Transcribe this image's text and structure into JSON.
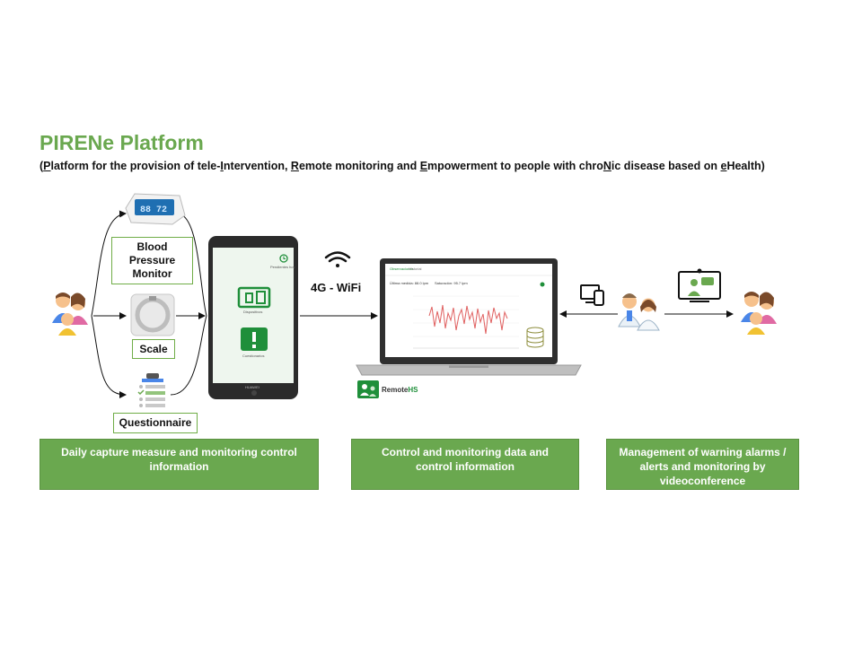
{
  "title": "PIRENe Platform",
  "subtitle": {
    "segments": [
      {
        "t": "(",
        "u": false
      },
      {
        "t": "P",
        "u": true
      },
      {
        "t": "latform for the provision of tele-",
        "u": false
      },
      {
        "t": "I",
        "u": true
      },
      {
        "t": "ntervention, ",
        "u": false
      },
      {
        "t": "R",
        "u": true
      },
      {
        "t": "emote monitoring and ",
        "u": false
      },
      {
        "t": "E",
        "u": true
      },
      {
        "t": "mpowerment to people with chro",
        "u": false
      },
      {
        "t": "N",
        "u": true
      },
      {
        "t": "ic disease based on ",
        "u": false
      },
      {
        "t": "e",
        "u": true
      },
      {
        "t": "Health)",
        "u": false
      }
    ]
  },
  "devices": {
    "blood_pressure": "Blood\nPressure\nMonitor",
    "scale": "Scale",
    "questionnaire": "Questionnaire"
  },
  "phone": {
    "app_label_1": "Dispositivos",
    "app_label_2": "Cuestionarios",
    "top_right": "Pendientes hoy",
    "brand": "HUAWEI"
  },
  "connection_label": "4G - WiFi",
  "laptop": {
    "tab_1": "Observaciones",
    "tab_2": "Historial",
    "reading_1": "Última medida: 88.0 lpm",
    "reading_2": "Saturación: 95.7 lpm",
    "brand_prefix": "Remote",
    "brand_suffix": "HS"
  },
  "footer_boxes": [
    "Daily capture measure and monitoring control information",
    "Control and monitoring data and control information",
    "Management of warning alarms / alerts and monitoring by videoconference"
  ],
  "colors": {
    "accent_green": "#6aa84f",
    "app_green": "#1f8f3a",
    "chart_line": "#e06060"
  }
}
